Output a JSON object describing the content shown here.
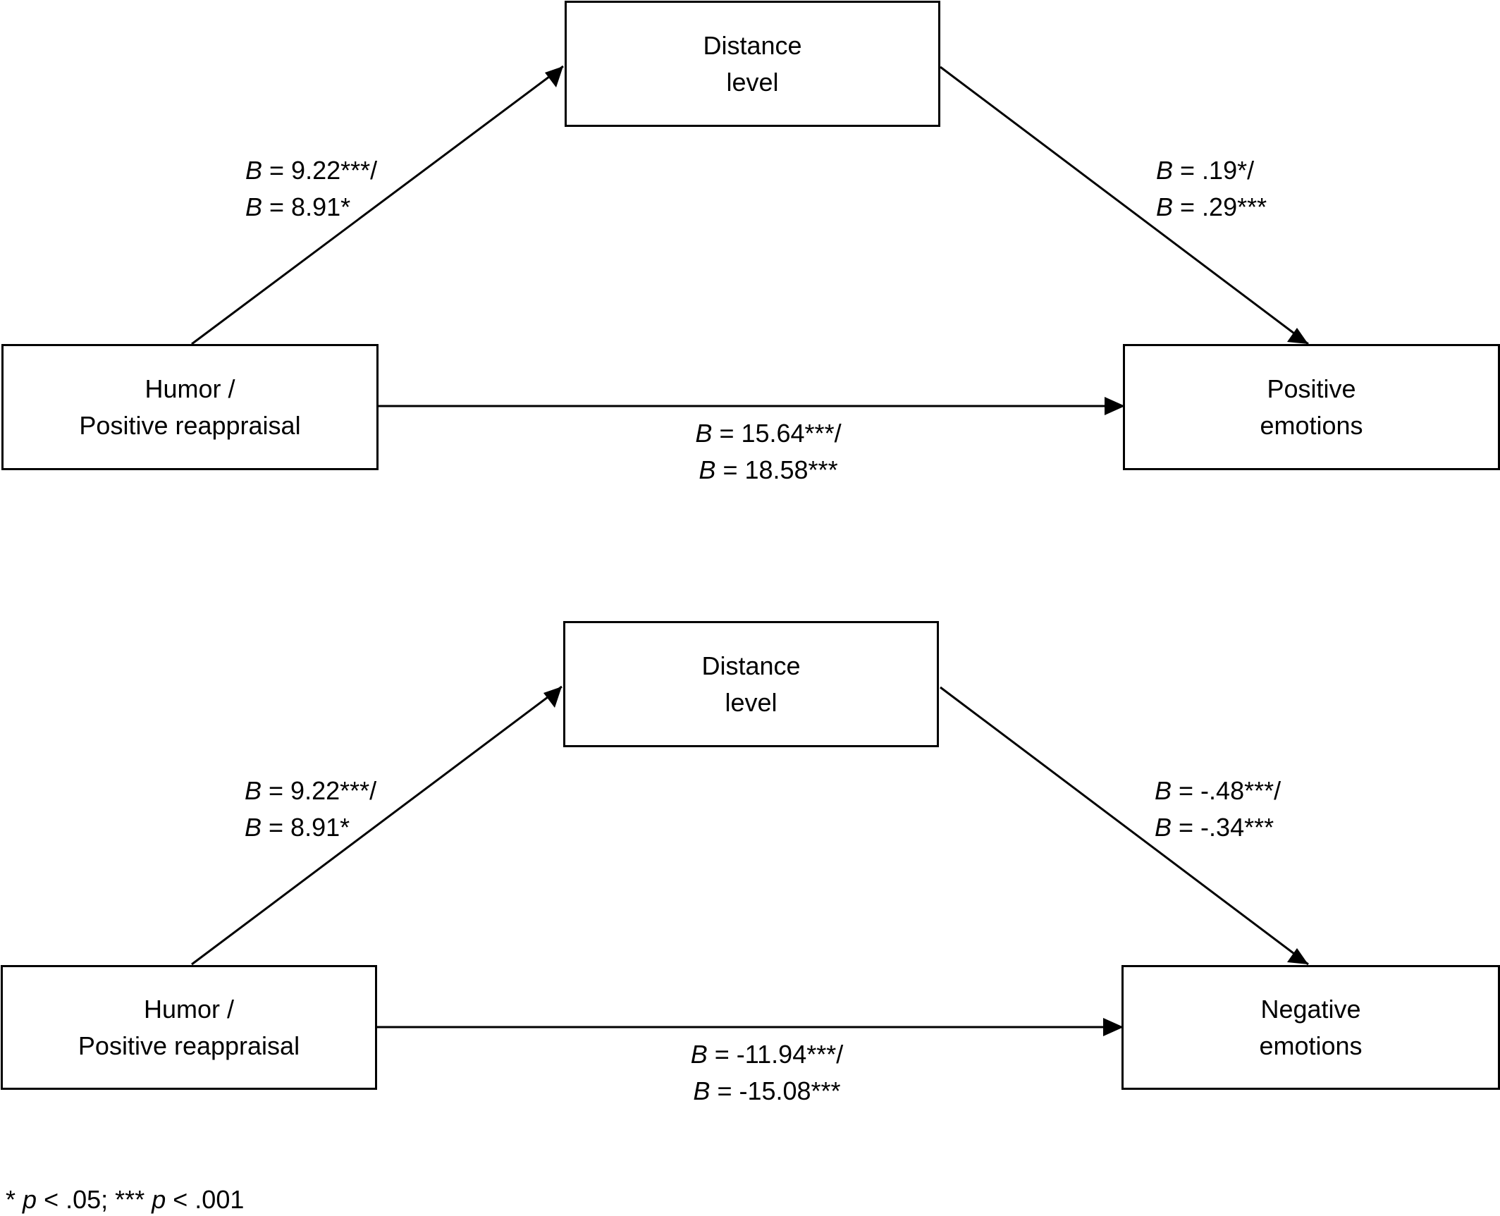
{
  "top": {
    "mediator": [
      "Distance",
      "level"
    ],
    "predictor": [
      "Humor /",
      "Positive reappraisal"
    ],
    "outcome": [
      "Positive",
      "emotions"
    ],
    "path_a": [
      "= 9.22***/",
      "= 8.91*"
    ],
    "path_b": [
      "= .19*/",
      "= .29***"
    ],
    "path_c": [
      "= 15.64***/",
      "= 18.58***"
    ]
  },
  "bottom": {
    "mediator": [
      "Distance",
      "level"
    ],
    "predictor": [
      "Humor /",
      "Positive reappraisal"
    ],
    "outcome": [
      "Negative",
      "emotions"
    ],
    "path_a": [
      "= 9.22***/",
      "= 8.91*"
    ],
    "path_b": [
      "= -.48***/",
      "= -.34***"
    ],
    "path_c": [
      "= -11.94***/",
      "= -15.08***"
    ]
  },
  "coef_symbol": "B",
  "footnote": {
    "sig1_star": "*",
    "p_symbol": "p",
    "sig1_rest": "< .05;",
    "sig2_star": "***",
    "sig2_rest": "< .001"
  }
}
